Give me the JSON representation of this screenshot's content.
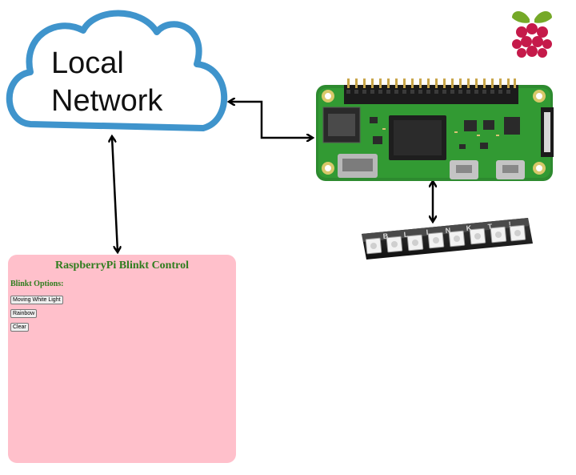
{
  "cloud": {
    "line1": "Local",
    "line2": "Network"
  },
  "panel": {
    "title": "RaspberryPi Blinkt Control",
    "subtitle": "Blinkt Options:",
    "buttons": [
      {
        "label": "Moving White Light"
      },
      {
        "label": "Rainbow"
      },
      {
        "label": "Clear"
      }
    ]
  },
  "blinkt": {
    "silkscreen_letters": [
      "B",
      "L",
      "I",
      "N",
      "K",
      "T",
      "!"
    ],
    "led_count": 8
  },
  "colors": {
    "cloud_outline": "#3f94cc",
    "panel_bg": "#ffc0cb",
    "panel_text": "#2e7d1e",
    "pcb": "#2d8a2f",
    "arrow": "#000000",
    "logo_berry": "#c51a4a",
    "logo_leaf": "#75a928"
  }
}
